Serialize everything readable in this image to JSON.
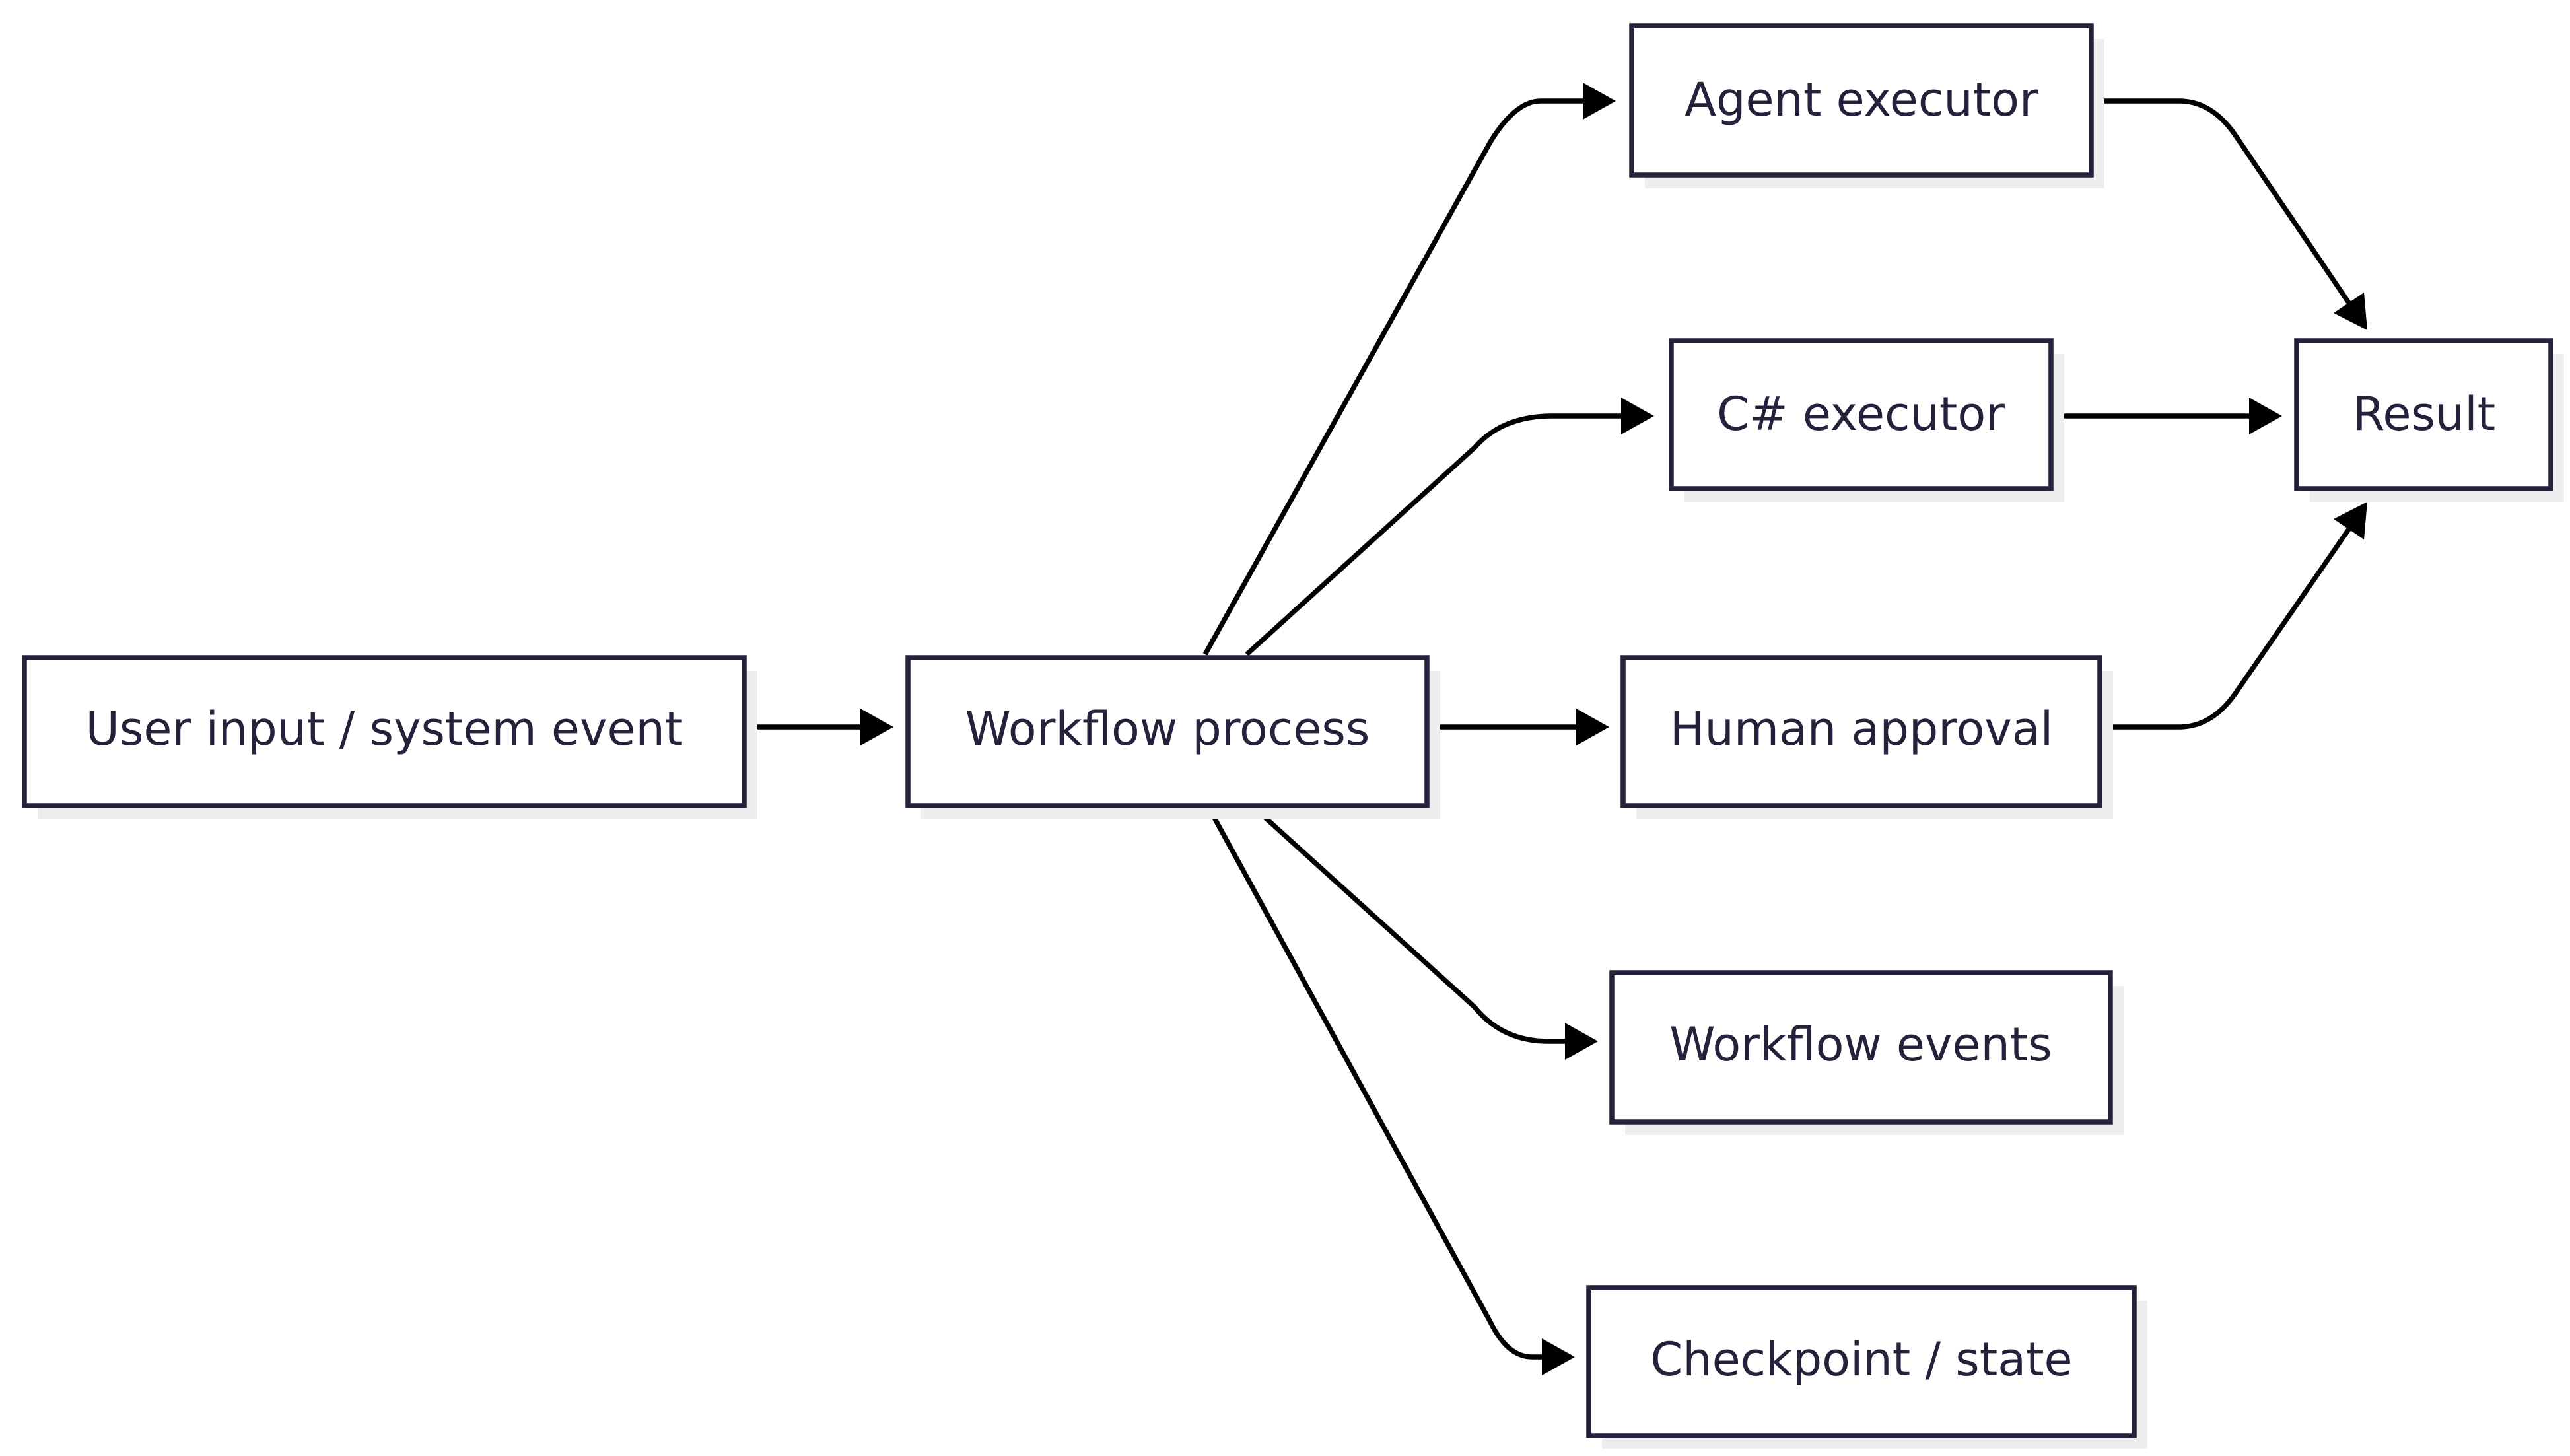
{
  "diagram": {
    "type": "flowchart",
    "direction": "left-to-right",
    "nodes": {
      "user_input": "User input / system event",
      "workflow_process": "Workflow process",
      "agent_executor": "Agent executor",
      "csharp_executor": "C# executor",
      "human_approval": "Human approval",
      "workflow_events": "Workflow events",
      "checkpoint_state": "Checkpoint / state",
      "result": "Result"
    },
    "edges": [
      {
        "from": "user_input",
        "to": "workflow_process"
      },
      {
        "from": "workflow_process",
        "to": "agent_executor"
      },
      {
        "from": "workflow_process",
        "to": "csharp_executor"
      },
      {
        "from": "workflow_process",
        "to": "human_approval"
      },
      {
        "from": "workflow_process",
        "to": "workflow_events"
      },
      {
        "from": "workflow_process",
        "to": "checkpoint_state"
      },
      {
        "from": "agent_executor",
        "to": "result"
      },
      {
        "from": "csharp_executor",
        "to": "result"
      },
      {
        "from": "human_approval",
        "to": "result"
      }
    ],
    "colors": {
      "box_stroke": "#24223a",
      "label_text": "#24223a",
      "edge": "#000000",
      "shadow": "#eeeeee",
      "background": "#ffffff"
    }
  }
}
